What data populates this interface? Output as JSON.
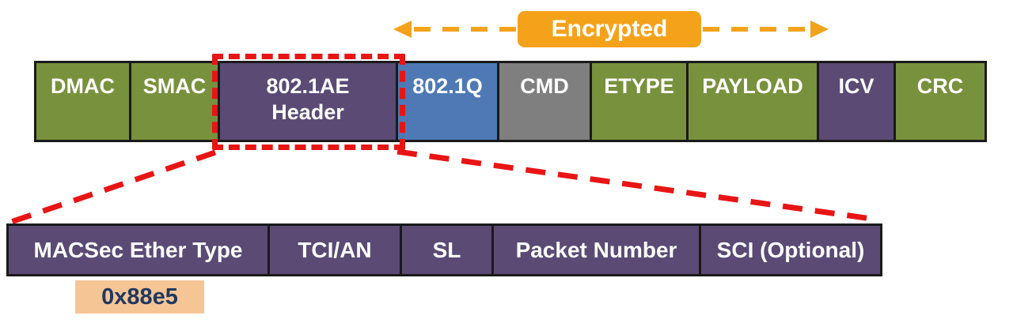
{
  "colors": {
    "olive_green": "#78913C",
    "purple": "#5A4A74",
    "blue": "#4E79B4",
    "gray": "#7F7F7F",
    "orange": "#F5A21B",
    "peach": "#F6C596",
    "navy_text": "#20395F",
    "red_dashed": "#E81515",
    "box_border": "#1A1A1A"
  },
  "encrypted_banner": {
    "label": "Encrypted"
  },
  "frame": {
    "fields": [
      {
        "label": "DMAC"
      },
      {
        "label": "SMAC"
      },
      {
        "label": "802.1AE Header"
      },
      {
        "label": "802.1Q"
      },
      {
        "label": "CMD"
      },
      {
        "label": "ETYPE"
      },
      {
        "label": "PAYLOAD"
      },
      {
        "label": "ICV"
      },
      {
        "label": "CRC"
      }
    ]
  },
  "macsec_header": {
    "fields": [
      {
        "label": "MACSec Ether Type"
      },
      {
        "label": "TCI/AN"
      },
      {
        "label": "SL"
      },
      {
        "label": "Packet Number"
      },
      {
        "label": "SCI (Optional)"
      }
    ]
  },
  "ethertype_value": {
    "label": "0x88e5"
  }
}
